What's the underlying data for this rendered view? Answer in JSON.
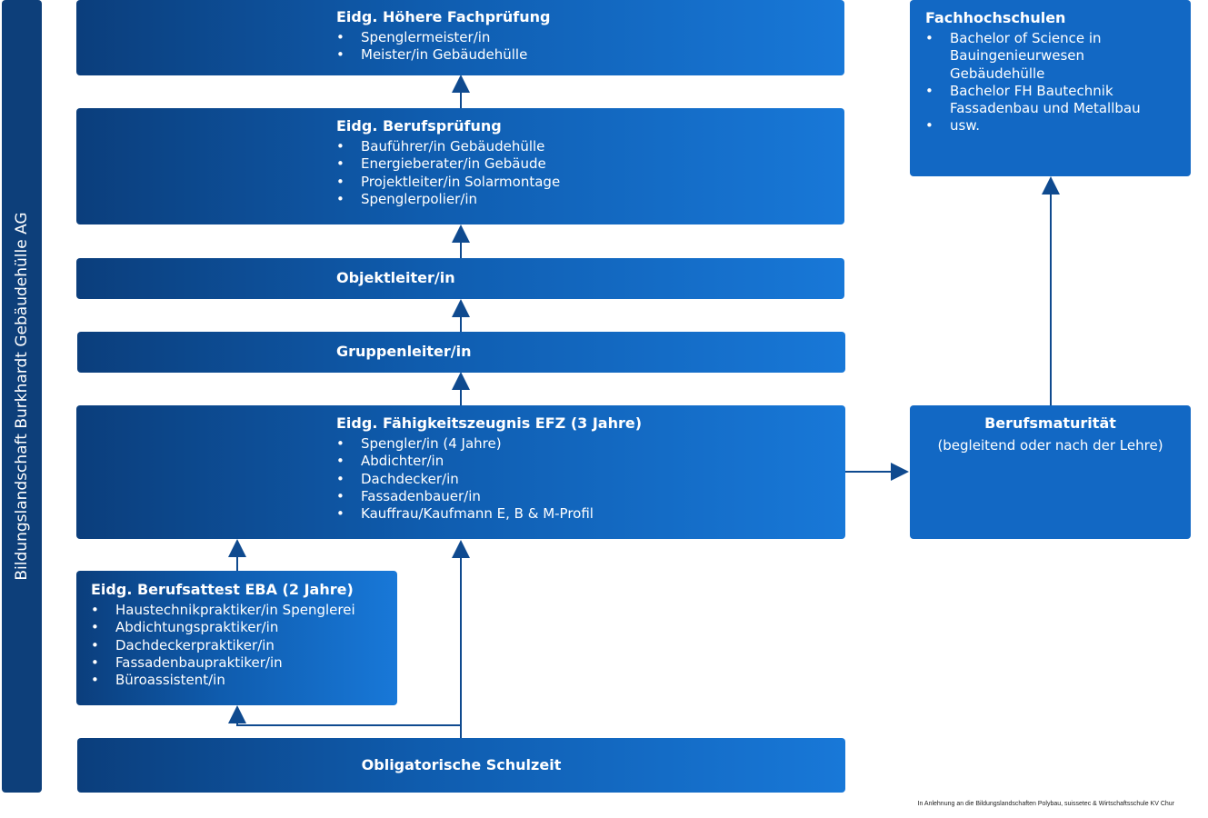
{
  "sidebar": {
    "label": "Bildungslandschaft Burkhardt Gebäudehülle AG"
  },
  "boxes": {
    "hoehere_fachpruefung": {
      "title": "Eidg. Höhere Fachprüfung",
      "items": [
        "Spenglermeister/in",
        "Meister/in Gebäudehülle"
      ]
    },
    "berufspruefung": {
      "title": "Eidg. Berufsprüfung",
      "items": [
        "Bauführer/in Gebäudehülle",
        "Energieberater/in Gebäude",
        "Projektleiter/in Solarmontage",
        "Spenglerpolier/in"
      ]
    },
    "objektleiter": {
      "title": "Objektleiter/in"
    },
    "gruppenleiter": {
      "title": "Gruppenleiter/in"
    },
    "efz": {
      "title": "Eidg. Fähigkeitszeugnis EFZ (3 Jahre)",
      "items": [
        "Spengler/in (4 Jahre)",
        "Abdichter/in",
        "Dachdecker/in",
        "Fassadenbauer/in",
        "Kauffrau/Kaufmann E, B & M-Profil"
      ]
    },
    "eba": {
      "title": "Eidg. Berufsattest EBA (2 Jahre)",
      "items": [
        "Haustechnikpraktiker/in Spenglerei",
        "Abdichtungspraktiker/in",
        "Dachdeckerpraktiker/in",
        "Fassadenbaupraktiker/in",
        "Büroassistent/in"
      ]
    },
    "schulzeit": {
      "title": "Obligatorische Schulzeit"
    },
    "fachhochschulen": {
      "title": "Fachhochschulen",
      "items": [
        "Bachelor of Science in",
        "Bauingenieurwesen",
        "Gebäudehülle",
        "Bachelor FH Bautechnik",
        "Fassadenbau und Metallbau",
        "usw."
      ]
    },
    "berufsmaturitaet": {
      "title": "Berufsmaturität",
      "subtitle": "(begleitend oder nach der Lehre)"
    }
  },
  "footnote": "In Anlehnung an die Bildungslandschaften Polybau, suissetec & Wirtschaftsschule KV Chur",
  "colors": {
    "dark_blue": "#0b3e7c",
    "bright_blue": "#1878d8",
    "solid_blue": "#1268c4",
    "arrow": "#0f4a8f"
  }
}
